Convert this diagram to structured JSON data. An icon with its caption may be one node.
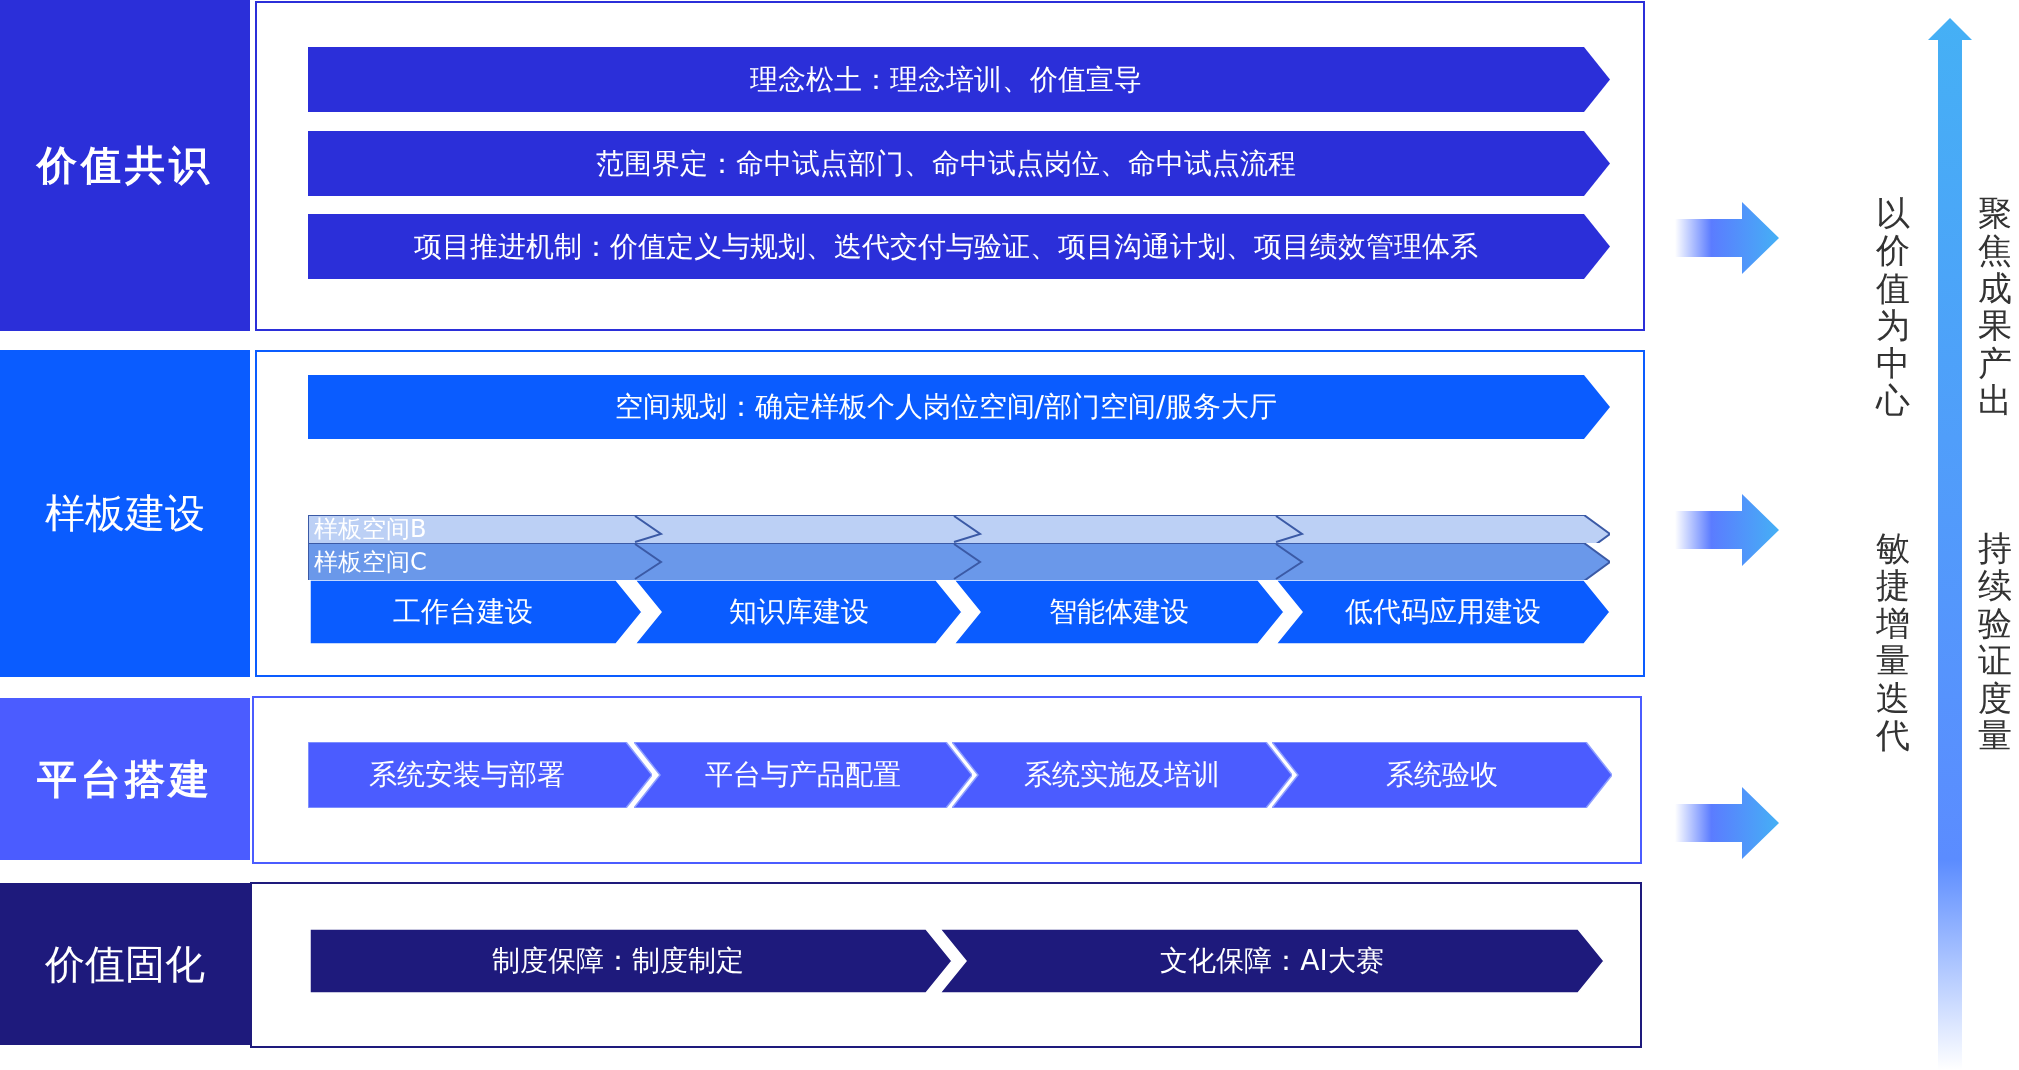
{
  "diagram": {
    "nodes": [
      {
        "text": [
          "价值共识"
        ]
      },
      {
        "text": [],
        "shape": "box"
      },
      {
        "text": [
          "理念松土：理念培训、价值宣导"
        ],
        "in": 1
      },
      {
        "text": [
          "范围界定：命中试点部门、命中试点岗位、命中试点流程"
        ],
        "in": 1
      },
      {
        "text": [
          "项目推进机制：价值定义与规划、迭代交付与验证、项目沟通计划、项目绩效管理体系"
        ],
        "in": 1
      },
      {
        "text": [
          "样板建设"
        ]
      },
      {
        "text": [],
        "shape": "box"
      },
      {
        "text": [
          "空间规划：确定样板个人岗位空间/部门空间/服务大厅"
        ],
        "in": 6
      },
      {
        "text": [
          "样板空间B"
        ],
        "in": 6
      },
      {
        "text": [
          "样板空间C"
        ],
        "in": 6
      },
      {
        "text": [
          "工作台建设"
        ],
        "in": 6
      },
      {
        "text": [
          "知识库建设"
        ],
        "in": 6
      },
      {
        "text": [
          "智能体建设"
        ],
        "in": 6
      },
      {
        "text": [
          "低代码应用建设"
        ],
        "in": 6
      },
      {
        "text": [
          "平台搭建"
        ]
      },
      {
        "text": [],
        "shape": "box"
      },
      {
        "text": [
          "系统安装与部署"
        ],
        "in": 15
      },
      {
        "text": [
          "平台与产品配置"
        ],
        "in": 15
      },
      {
        "text": [
          "系统实施及培训"
        ],
        "in": 15
      },
      {
        "text": [
          "系统验收"
        ],
        "in": 15
      },
      {
        "text": [
          "价值固化"
        ]
      },
      {
        "text": [],
        "shape": "box"
      },
      {
        "text": [
          "制度保障：制度制定"
        ],
        "in": 21
      },
      {
        "text": [
          "文化保障：AI大赛"
        ],
        "in": 21
      }
    ],
    "labels": [
      "以价值为中心",
      "敏捷增量迭代",
      "聚焦成果产出",
      "持续验证度量"
    ]
  }
}
